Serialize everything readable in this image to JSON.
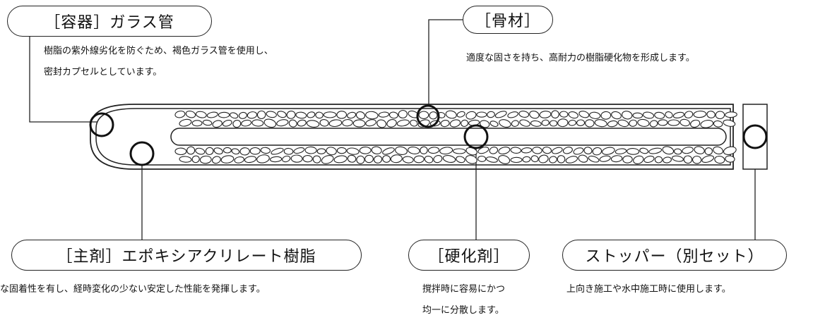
{
  "callouts": {
    "container": {
      "label": "［容器］ガラス管",
      "desc_line1": "樹脂の紫外線劣化を防ぐため、褐色ガラス管を使用し、",
      "desc_line2": "密封カプセルとしています。"
    },
    "aggregate": {
      "label": "［骨材］",
      "desc": "適度な固さを持ち、高耐力の樹脂硬化物を形成します。"
    },
    "main_agent": {
      "label": "［主剤］エポキシアクリレート樹脂",
      "desc": "な固着性を有し、経時変化の少ない安定した性能を発揮します。"
    },
    "hardener": {
      "label": "［硬化剤］",
      "desc_line1": "撹拌時に容易にかつ",
      "desc_line2": "均一に分散します。"
    },
    "stopper": {
      "label": "ストッパー（別セット）",
      "desc": "上向き施工や水中施工時に使用します。"
    }
  }
}
